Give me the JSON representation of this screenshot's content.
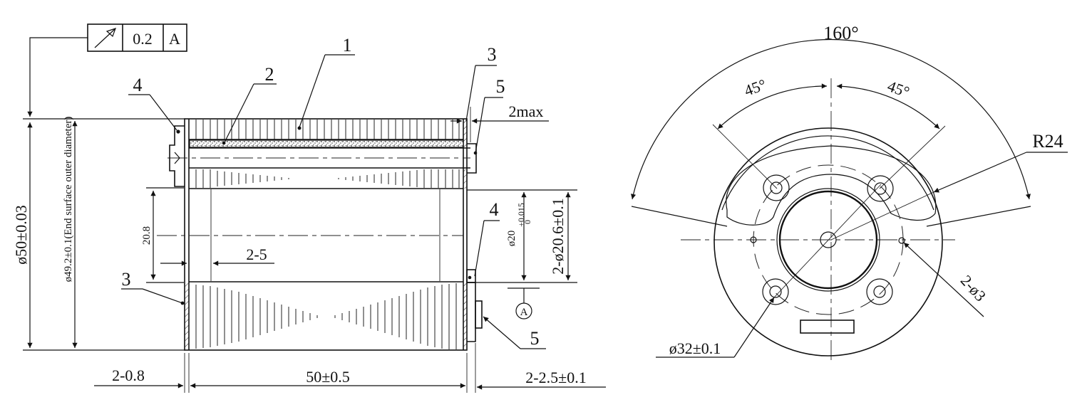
{
  "drawing": {
    "type": "engineering-drawing",
    "left_view": {
      "name": "side-section-view",
      "tolerance_frame": {
        "symbol": "circular-runout-arrow",
        "value": "0.2",
        "datum": "A"
      },
      "part_labels": [
        "1",
        "2",
        "3",
        "4",
        "5",
        "3",
        "4",
        "5"
      ],
      "dimensions": {
        "outer_diameter": "ø50±0.03",
        "end_surface_diameter": "ø49.2±0.1",
        "end_surface_note": "(End surface outer diameter)",
        "bore_height": "20.8",
        "inset": "2-5",
        "bore_diameter": "ø20",
        "bore_tol_upper": "+0.015",
        "bore_tol_lower": "0",
        "counterbore": "2-ø20.6±0.1",
        "end_clearance": "2max",
        "left_flange": "2-0.8",
        "length": "50±0.5",
        "right_flange": "2-2.5±0.1"
      },
      "datum_label": "A"
    },
    "right_view": {
      "name": "end-view",
      "dimensions": {
        "sweep_angle": "160°",
        "left_angle": "45°",
        "right_angle": "45°",
        "radius": "R24",
        "holes": "2-ø3",
        "bolt_circle": "ø32±0.1"
      }
    }
  }
}
